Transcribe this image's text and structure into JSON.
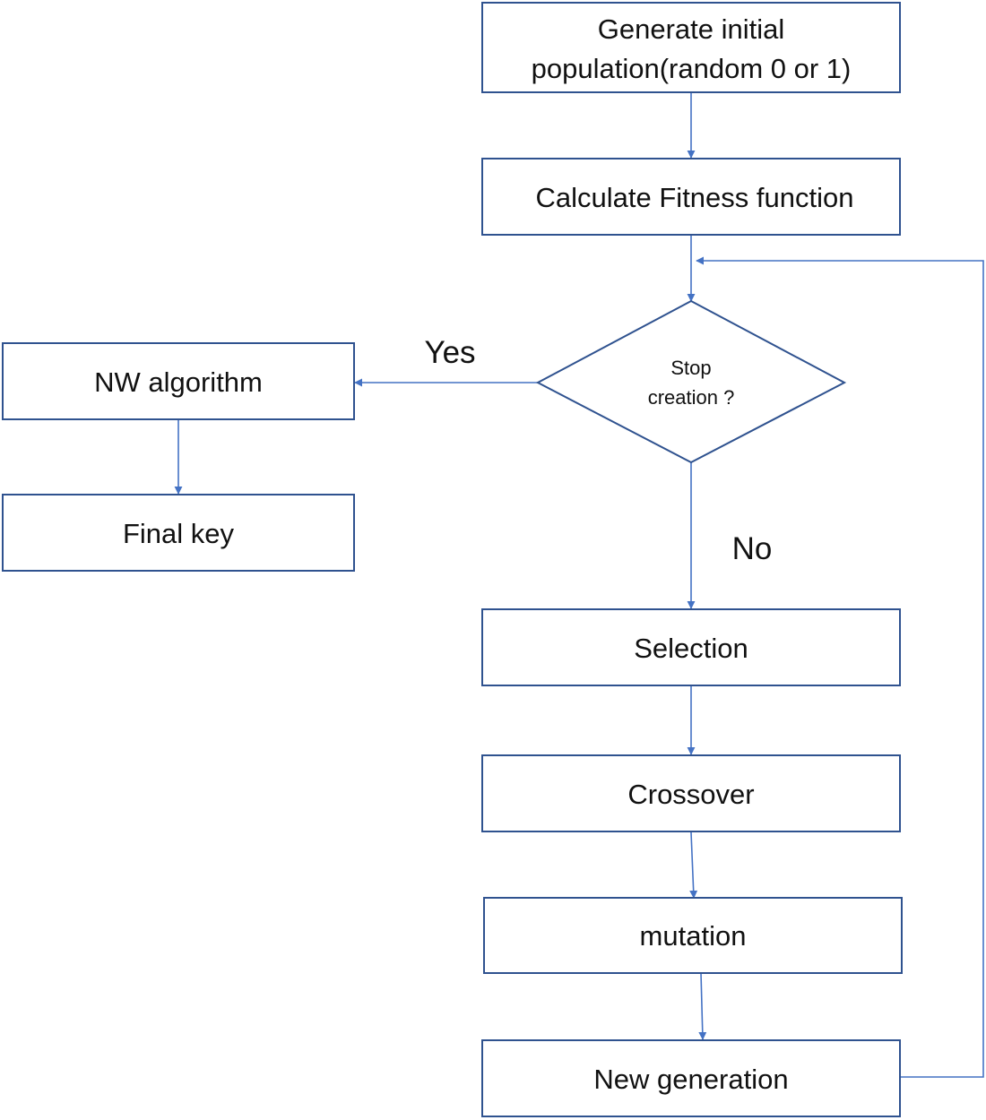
{
  "colors": {
    "line": "#4472c4",
    "box_border": "#2f528f",
    "text": "#111111",
    "background": "#ffffff"
  },
  "nodes": {
    "generate": {
      "line1": "Generate initial",
      "line2": "population(random  0 or 1)"
    },
    "fitness": {
      "label": "Calculate Fitness function"
    },
    "decision": {
      "line1": "Stop",
      "line2": "creation ?"
    },
    "nw": {
      "label": "NW algorithm"
    },
    "final_key": {
      "label": "Final key"
    },
    "selection": {
      "label": "Selection"
    },
    "crossover": {
      "label": "Crossover"
    },
    "mutation": {
      "label": "mutation"
    },
    "new_generation": {
      "label": "New generation"
    }
  },
  "edges": {
    "yes_label": "Yes",
    "no_label": "No"
  }
}
